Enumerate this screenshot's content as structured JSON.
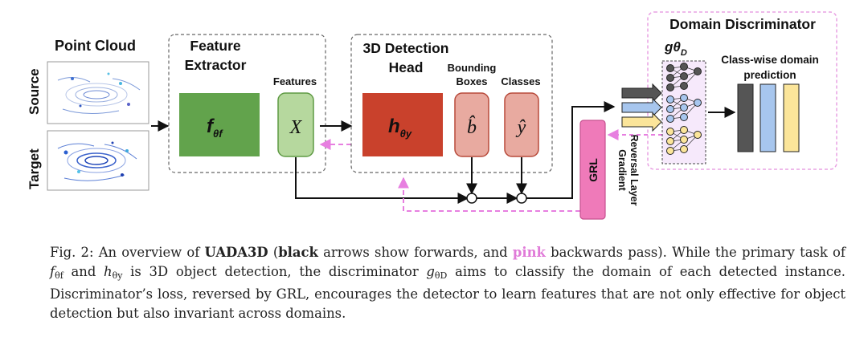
{
  "diagram": {
    "point_cloud_title": "Point Cloud",
    "source_label": "Source",
    "target_label": "Target",
    "feature_extractor_line1": "Feature",
    "feature_extractor_line2": "Extractor",
    "features_label": "Features",
    "f_symbol": "f",
    "f_subscript": "θf",
    "x_symbol": "X",
    "head_line1": "3D Detection",
    "head_line2": "Head",
    "bbox_line1": "Bounding",
    "bbox_line2": "Boxes",
    "classes_label": "Classes",
    "h_symbol": "h",
    "h_subscript": "θy",
    "b_hat": "b̂",
    "y_hat": "ŷ",
    "grl_label": "GRL",
    "grl_full_line1": "Gradient",
    "grl_full_line2": "Reversal Layer",
    "discriminator_title": "Domain Discriminator",
    "g_symbol": "gθ",
    "g_subscript": "D",
    "classwise_line1": "Class-wise domain",
    "classwise_line2": "prediction"
  },
  "caption": {
    "prefix": "Fig. 2: An overview of ",
    "name": "UADA3D",
    "open_paren": " (",
    "black_word": "black",
    "mid": " arrows show forwards, and ",
    "pink_word": "pink",
    "after_pink": " backwards pass). While the primary task of ",
    "f_math": "f",
    "f_sub": "θf",
    "and_word": " and ",
    "h_math": "h",
    "h_sub": "θy",
    "after_h": " is 3D object detection, the discriminator ",
    "g_math": "g",
    "g_sub": "θD",
    "rest": " aims to classify the domain of each detected instance. Discriminator’s loss, reversed by GRL, encourages the detector to learn features that are not only effective for object detection but also invariant across domains."
  },
  "colors": {
    "feature_green": "#62a34c",
    "features_light_green": "#b6d89e",
    "head_red": "#c9412c",
    "light_red": "#e8aaa0",
    "grl_pink": "#ef7ab9",
    "backward_pink": "#e77fe0",
    "disc_box": "#f6e9fb",
    "dark_gray": "#555555",
    "light_blue": "#a7c6ee",
    "light_yellow": "#fbe59a"
  }
}
